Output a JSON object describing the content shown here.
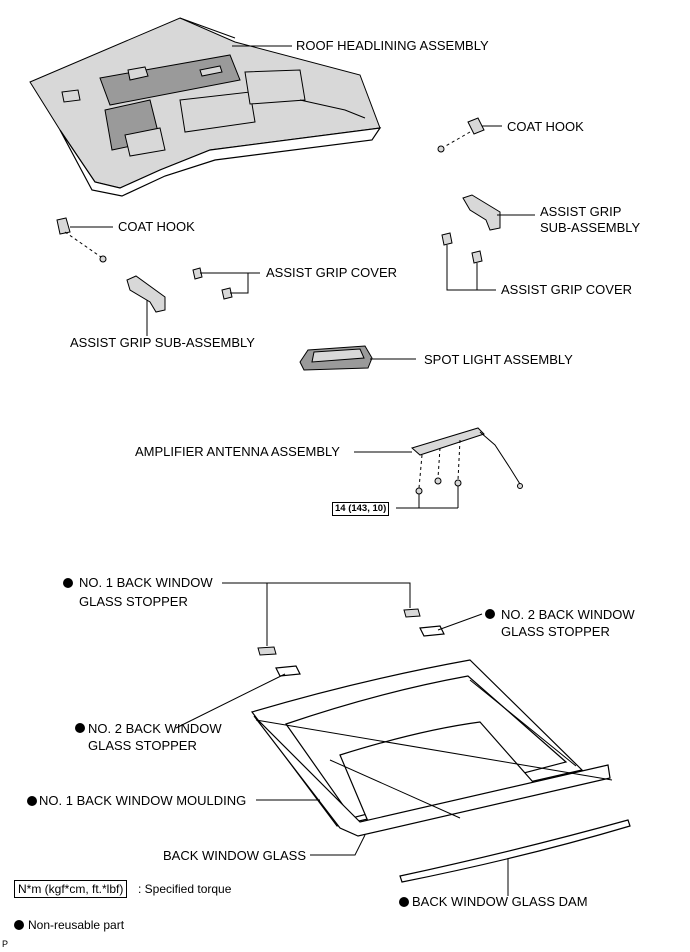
{
  "labels": {
    "roof_headlining": "ROOF HEADLINING ASSEMBLY",
    "coat_hook_right": "COAT HOOK",
    "assist_grip_right_1": "ASSIST GRIP",
    "assist_grip_right_2": "SUB-ASSEMBLY",
    "coat_hook_left": "COAT HOOK",
    "assist_grip_cover_left": "ASSIST GRIP COVER",
    "assist_grip_cover_right": "ASSIST GRIP COVER",
    "assist_grip_left": "ASSIST GRIP SUB-ASSEMBLY",
    "spot_light": "SPOT LIGHT ASSEMBLY",
    "amplifier_antenna": "AMPLIFIER ANTENNA ASSEMBLY",
    "torque_value": "14 (143, 10)",
    "no1_stopper_1": "NO. 1 BACK WINDOW",
    "no1_stopper_2": "GLASS STOPPER",
    "no2_stopper_right_1": "NO. 2 BACK WINDOW",
    "no2_stopper_right_2": "GLASS STOPPER",
    "no2_stopper_left_1": "NO. 2 BACK WINDOW",
    "no2_stopper_left_2": "GLASS STOPPER",
    "no1_moulding": "NO. 1 BACK WINDOW MOULDING",
    "back_window_glass": "BACK WINDOW GLASS",
    "glass_dam": "BACK WINDOW GLASS DAM"
  },
  "legend": {
    "torque_unit": "N*m (kgf*cm, ft.*lbf)",
    "torque_desc": ": Specified torque",
    "non_reusable": "Non-reusable part"
  },
  "footer_code": "P"
}
